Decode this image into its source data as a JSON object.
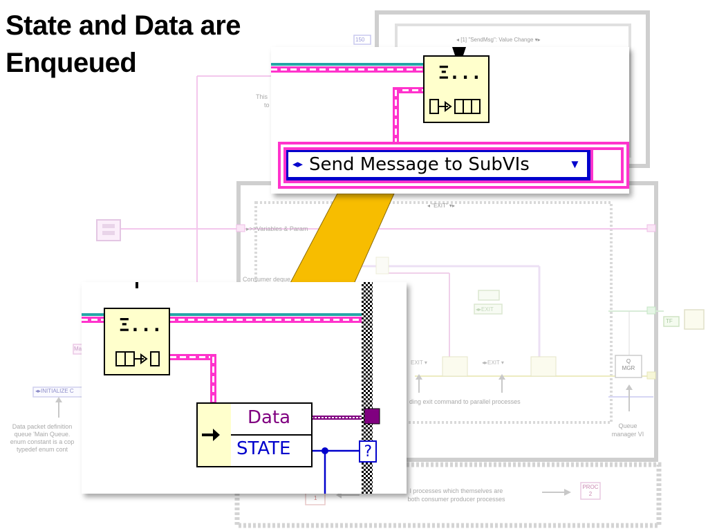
{
  "title": {
    "line1": "State and Data are",
    "line2": "Enqueued"
  },
  "background": {
    "constant_150": "150",
    "case_selector_send": "◂ [1] \"SendMsg\": Value Change ▾▸",
    "case_selector_exit": "◂ \"EXIT\" ▾▸",
    "this_text": "This",
    "to_text": "to",
    "variables_tunnel": "▸>>Variables & Param",
    "consumer_text": "Consumer deque",
    "initialize_enum": "◂▸INITIALIZE C",
    "data_packet_note": [
      "Data packet definition",
      "queue 'Main Queue.",
      "enum constant is a cop",
      "typedef enum cont"
    ],
    "ma_label": "Ma",
    "exit_enum_1": "EXIT ▾",
    "exit_enum_2": "◂▸EXIT ▾",
    "exit_enum_3": "◂▸EXIT",
    "tf_label": "TF",
    "ending_text": "ding exit command to parallel processes",
    "qmgr_label": [
      "Q",
      "MGR"
    ],
    "queue_manager_note": [
      "Queue",
      "manager VI"
    ],
    "proc_note": [
      "l processes which themselves are",
      "both consumer producer processes"
    ],
    "proc_label": [
      "PROC",
      "2"
    ],
    "iter_label": "1"
  },
  "zoom_top": {
    "enum_text": "Send Message to SubVIs",
    "enqueue_title": "Ξ..."
  },
  "zoom_bottom": {
    "dequeue_title": "Ξ...",
    "unbundle_fields": [
      "Data",
      "STATE"
    ],
    "case_terminal": "?"
  },
  "colors": {
    "pink_wire": "#ff33cc",
    "teal_wire": "#23a6a6",
    "enum_blue": "#0000cc",
    "data_purple": "#800080",
    "arrow_yellow": "#f7bd00"
  }
}
